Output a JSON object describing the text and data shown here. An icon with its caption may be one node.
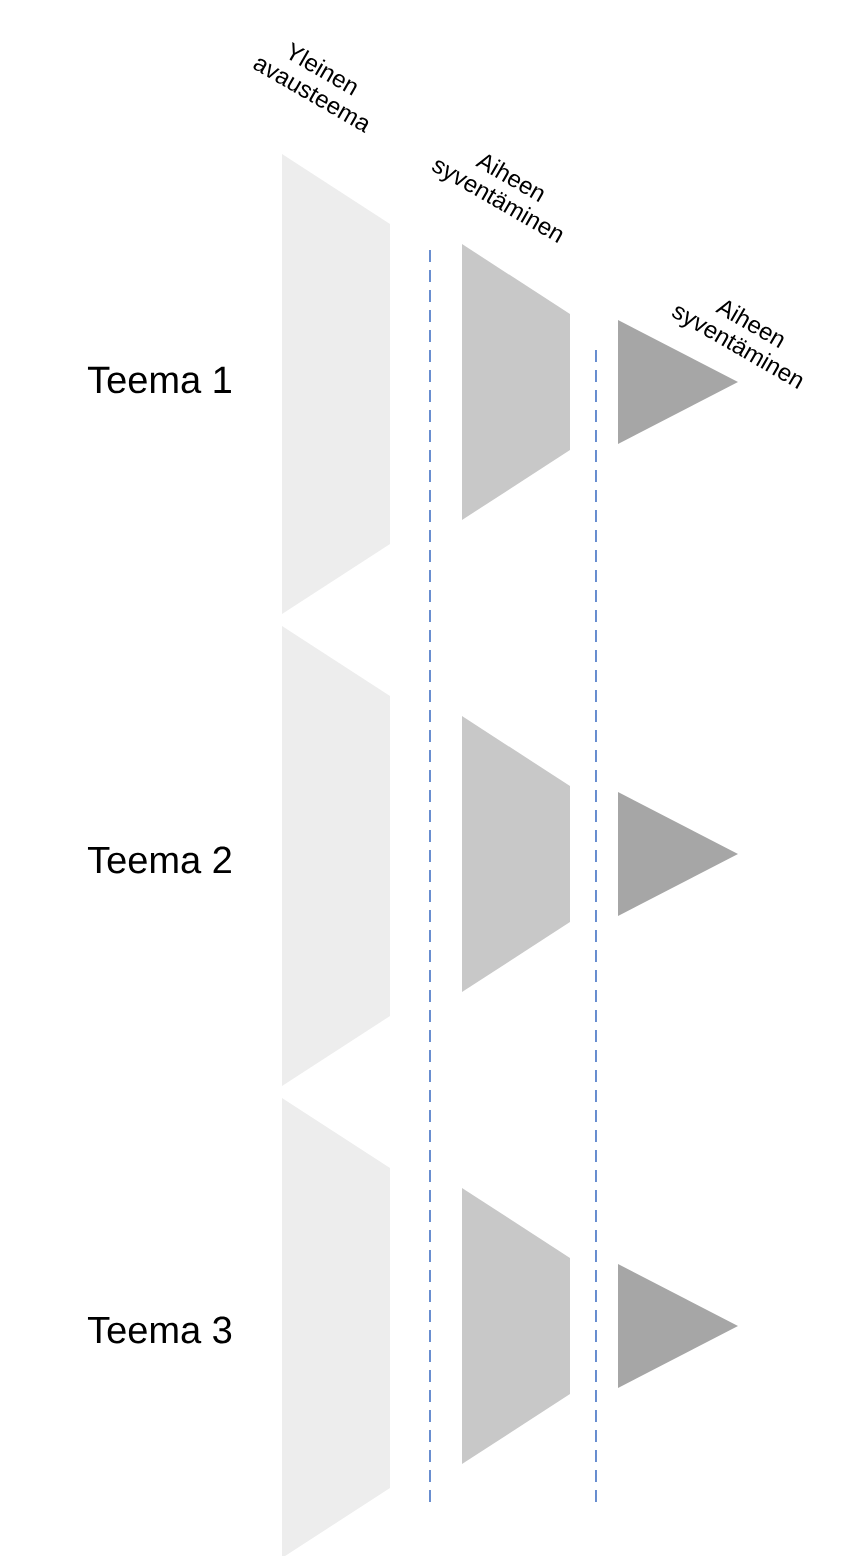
{
  "diagram": {
    "nodes": [
      {
        "text": [],
        "shape": "trapezoid"
      },
      {
        "text": [],
        "shape": "trapezoid"
      },
      {
        "text": [],
        "shape": "triangle"
      },
      {
        "text": [],
        "shape": "trapezoid"
      },
      {
        "text": [],
        "shape": "trapezoid"
      },
      {
        "text": [],
        "shape": "triangle"
      },
      {
        "text": [],
        "shape": "trapezoid"
      },
      {
        "text": [],
        "shape": "trapezoid"
      },
      {
        "text": [],
        "shape": "triangle"
      }
    ],
    "labels": [
      "Yleinen avausteema",
      "Aiheen syventäminen",
      "Aiheen syventäminen",
      "Teema 1",
      "Teema 2",
      "Teema 3"
    ]
  }
}
